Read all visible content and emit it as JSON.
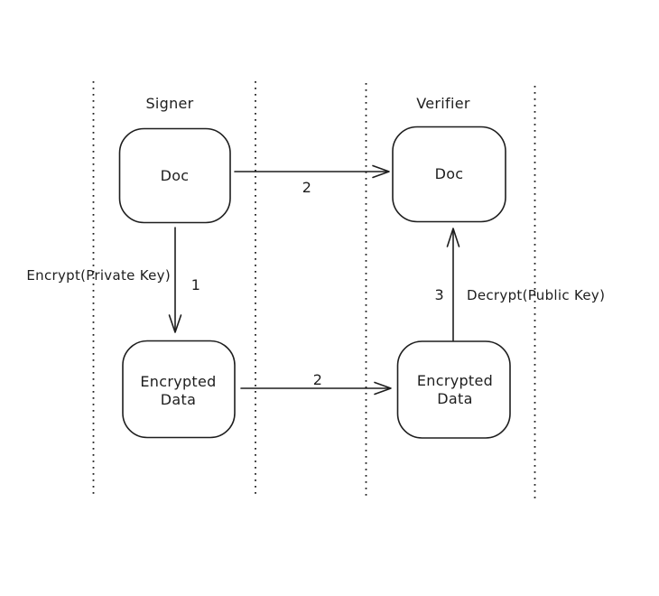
{
  "canvas": {
    "background": "#ffffff",
    "stroke": "#1e1e1e",
    "text_color": "#1e1e1e"
  },
  "lanes": [
    {
      "id": "signer",
      "title": "Signer"
    },
    {
      "id": "verifier",
      "title": "Verifier"
    }
  ],
  "nodes": {
    "signer_doc": {
      "label": "Doc"
    },
    "signer_encrypted": {
      "lines": [
        "Encrypted",
        "Data"
      ]
    },
    "verifier_doc": {
      "label": "Doc"
    },
    "verifier_encrypted": {
      "lines": [
        "Encrypted",
        "Data"
      ]
    }
  },
  "edges": {
    "doc_to_verifier": {
      "step": "2"
    },
    "encrypt": {
      "step": "1",
      "label": "Encrypt(Private Key)"
    },
    "encrypted_to_verifier": {
      "step": "2"
    },
    "decrypt": {
      "step": "3",
      "label": "Decrypt(Public Key)"
    }
  }
}
